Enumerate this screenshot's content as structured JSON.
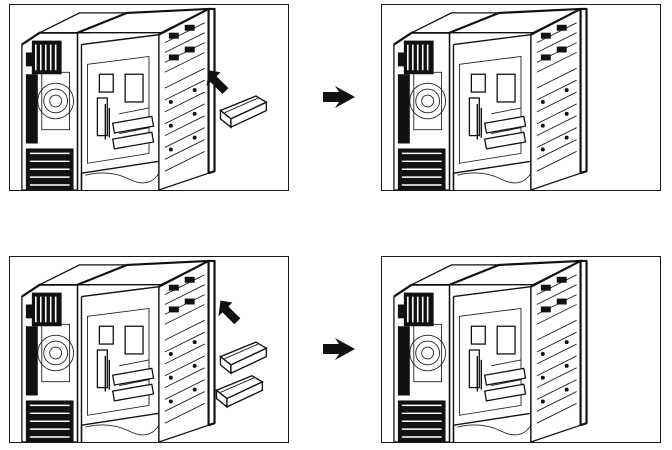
{
  "diagram": {
    "panels": [
      {
        "id": "p1",
        "step": "before",
        "drives": 1,
        "insert_arrow": true
      },
      {
        "id": "p2",
        "step": "after",
        "drives": 0,
        "insert_arrow": false
      },
      {
        "id": "p3",
        "step": "before",
        "drives": 2,
        "insert_arrow": true
      },
      {
        "id": "p4",
        "step": "after",
        "drives": 0,
        "insert_arrow": false
      }
    ],
    "icons": {
      "step_arrow": "right-arrow-icon",
      "insert_arrow": "up-left-arrow-icon"
    },
    "colors": {
      "line": "#111111",
      "background": "#ffffff"
    }
  }
}
